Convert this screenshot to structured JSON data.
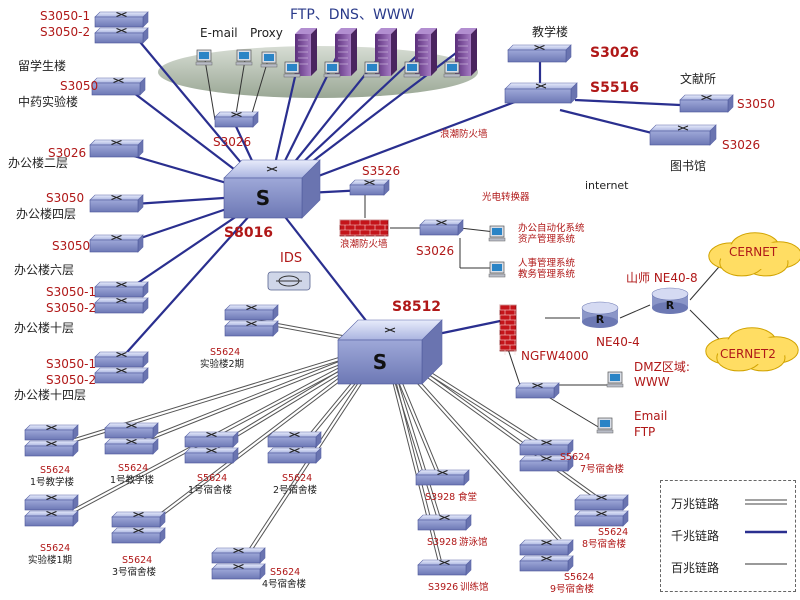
{
  "header": {
    "ftp_dns_www": "FTP、DNS、WWW",
    "email": "E-mail",
    "proxy": "Proxy"
  },
  "core": {
    "s8016": "S8016",
    "s8512": "S8512",
    "ids": "IDS",
    "s3526": "S3526",
    "s3026_top": "S3026",
    "s3026_mid": "S3026"
  },
  "left_switches": [
    {
      "lines": [
        "S3050-1",
        "S3050-2"
      ],
      "building": "留学生楼"
    },
    {
      "lines": [
        "S3050"
      ],
      "building": "中药实验楼"
    },
    {
      "lines": [
        "S3026"
      ],
      "building": "办公楼二层"
    },
    {
      "lines": [
        "S3050"
      ],
      "building": "办公楼四层"
    },
    {
      "lines": [
        "S3050"
      ],
      "building": "办公楼六层"
    },
    {
      "lines": [
        "S3050-1",
        "S3050-2"
      ],
      "building": "办公楼十层"
    },
    {
      "lines": [
        "S3050-1",
        "S3050-2"
      ],
      "building": "办公楼十四层"
    }
  ],
  "right_top": {
    "teaching_building": "教学楼",
    "s3026": "S3026",
    "s5516": "S5516",
    "wenxiansuo": "文献所",
    "s3050": "S3050",
    "s3026_lib": "S3026",
    "library": "图书馆",
    "firewall_lang": "浪潮防火墙",
    "internet": "internet"
  },
  "mid": {
    "optical": "光电转换器",
    "firewall": "浪潮防火墙",
    "s3026": "S3026",
    "sys1a": "办公自动化系统",
    "sys1b": "资产管理系统",
    "sys2a": "人事管理系统",
    "sys2b": "教务管理系统"
  },
  "wan": {
    "shanshi": "山师 NE40-8",
    "cernet": "CERNET",
    "cernet2": "CERNET2",
    "ne40_4": "NE40-4",
    "ngfw": "NGFW4000",
    "dmz1": "DMZ区域:",
    "dmz2": "WWW",
    "email": "Email",
    "ftp": "FTP"
  },
  "lab2": {
    "model": "S5624",
    "name": "实验楼2期"
  },
  "bottom": [
    {
      "model": "S5624",
      "name": "1号教学楼"
    },
    {
      "model": "S5624",
      "name": "1号教学楼"
    },
    {
      "model": "S5624",
      "name": "1号宿舍楼"
    },
    {
      "model": "S5624",
      "name": "2号宿舍楼"
    },
    {
      "model": "S5624",
      "name": "实验楼1期"
    },
    {
      "model": "S5624",
      "name": "3号宿舍楼"
    },
    {
      "model": "S5624",
      "name": "4号宿舍楼"
    },
    {
      "model": "S3928",
      "name": "食堂"
    },
    {
      "model": "S3928",
      "name": "游泳馆"
    },
    {
      "model": "S3926",
      "name": "训练馆"
    },
    {
      "model": "S5624",
      "name": "7号宿舍楼"
    },
    {
      "model": "S5624",
      "name": "8号宿舍楼"
    },
    {
      "model": "S5624",
      "name": "9号宿舍楼"
    }
  ],
  "legend": {
    "l1": "万兆链路",
    "l2": "千兆链路",
    "l3": "百兆链路"
  }
}
